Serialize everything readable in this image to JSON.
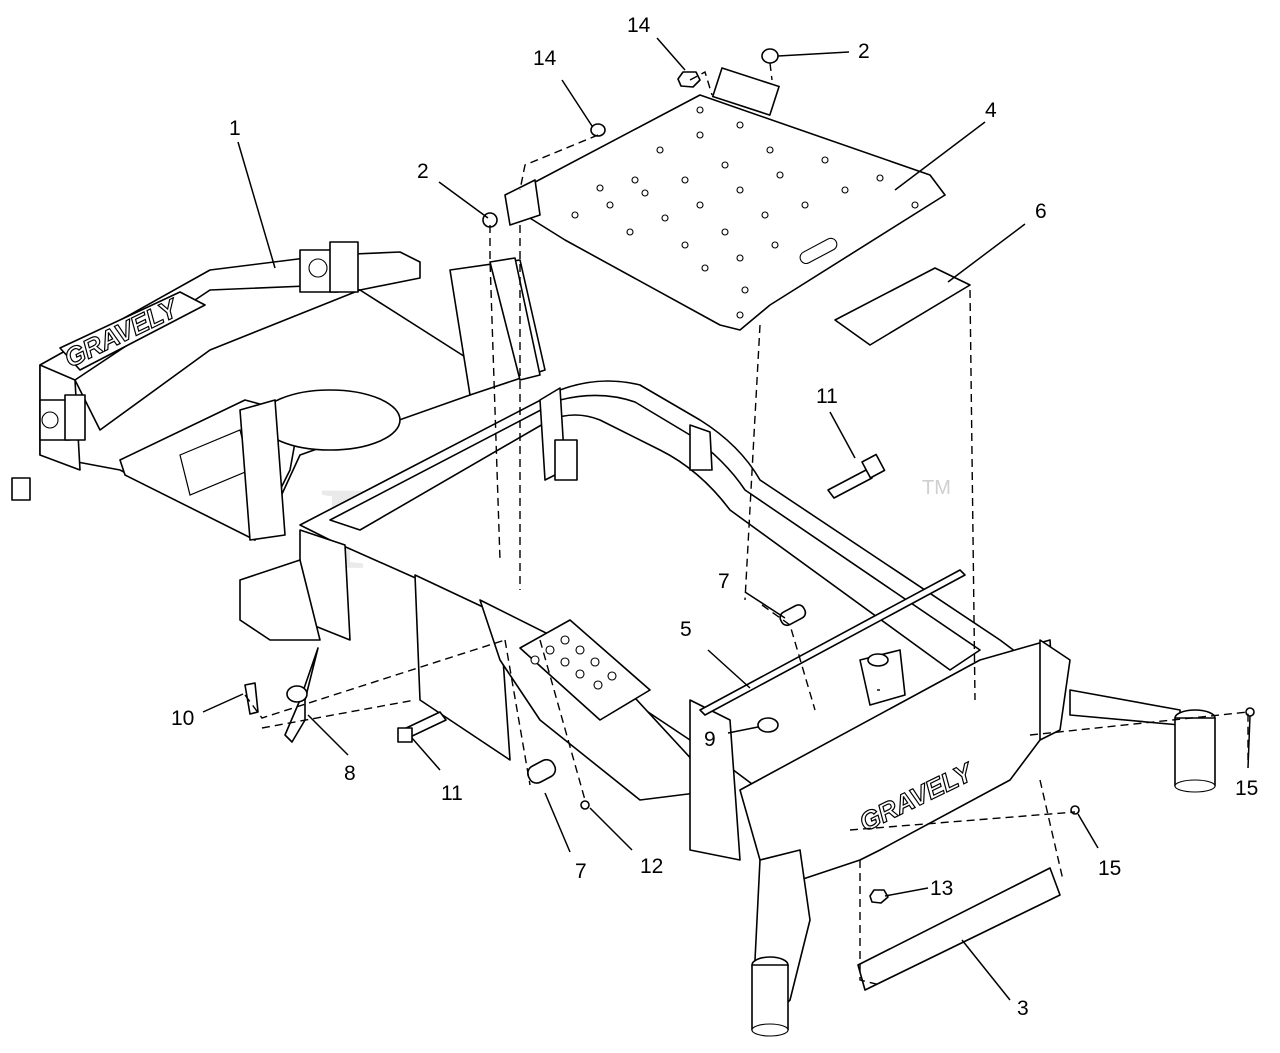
{
  "watermark": {
    "text": "PartsTree",
    "trademark": "TM"
  },
  "brand_marks": {
    "front": "GRAVELY",
    "rear": "GRAVELY"
  },
  "callouts": [
    {
      "id": "c1",
      "label": "1"
    },
    {
      "id": "c2a",
      "label": "2"
    },
    {
      "id": "c2b",
      "label": "2"
    },
    {
      "id": "c3",
      "label": "3"
    },
    {
      "id": "c4",
      "label": "4"
    },
    {
      "id": "c5",
      "label": "5"
    },
    {
      "id": "c6",
      "label": "6"
    },
    {
      "id": "c7a",
      "label": "7"
    },
    {
      "id": "c7b",
      "label": "7"
    },
    {
      "id": "c8",
      "label": "8"
    },
    {
      "id": "c9",
      "label": "9"
    },
    {
      "id": "c10",
      "label": "10"
    },
    {
      "id": "c11a",
      "label": "11"
    },
    {
      "id": "c11b",
      "label": "11"
    },
    {
      "id": "c12",
      "label": "12"
    },
    {
      "id": "c13",
      "label": "13"
    },
    {
      "id": "c14a",
      "label": "14"
    },
    {
      "id": "c14b",
      "label": "14"
    },
    {
      "id": "c15a",
      "label": "15"
    },
    {
      "id": "c15b",
      "label": "15"
    }
  ]
}
